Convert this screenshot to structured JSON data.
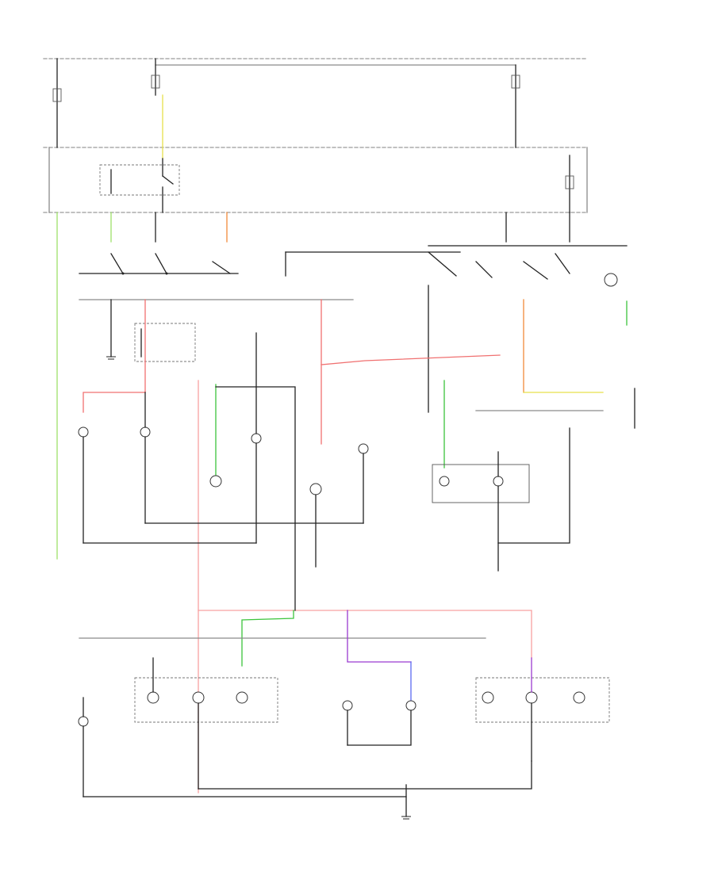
{
  "diagram": {
    "page_id": "",
    "colors": {
      "wire_black": "#222222",
      "wire_gray": "#8a8a8a",
      "wire_green": "#3cc43c",
      "wire_red": "#f07070",
      "wire_pink": "#f7a0a0",
      "wire_orange": "#f08a3a",
      "wire_yellow": "#e6e04a",
      "wire_lightgreen": "#9ee06a",
      "wire_purple": "#9a3ad0",
      "wire_blue": "#5a6af0"
    },
    "components": [
      {
        "id": "tail-light-relay",
        "label": ""
      },
      {
        "id": "hazard-switch",
        "label": ""
      },
      {
        "id": "combination-switch",
        "label": ""
      },
      {
        "id": "turn-signal-flasher",
        "label": ""
      },
      {
        "id": "front-left-turn-light",
        "label": ""
      },
      {
        "id": "front-right-turn-light",
        "label": ""
      },
      {
        "id": "left-front-side-marker",
        "label": ""
      },
      {
        "id": "right-front-side-marker",
        "label": ""
      },
      {
        "id": "left-park-light",
        "label": ""
      },
      {
        "id": "right-park-light",
        "label": ""
      },
      {
        "id": "indicator-lights",
        "label": ""
      },
      {
        "id": "license-light",
        "label": ""
      },
      {
        "id": "left-rear-combination-light",
        "label": ""
      },
      {
        "id": "right-rear-combination-light",
        "label": ""
      },
      {
        "id": "left-high-mount-light",
        "label": ""
      },
      {
        "id": "right-high-mount-light",
        "label": ""
      }
    ]
  }
}
